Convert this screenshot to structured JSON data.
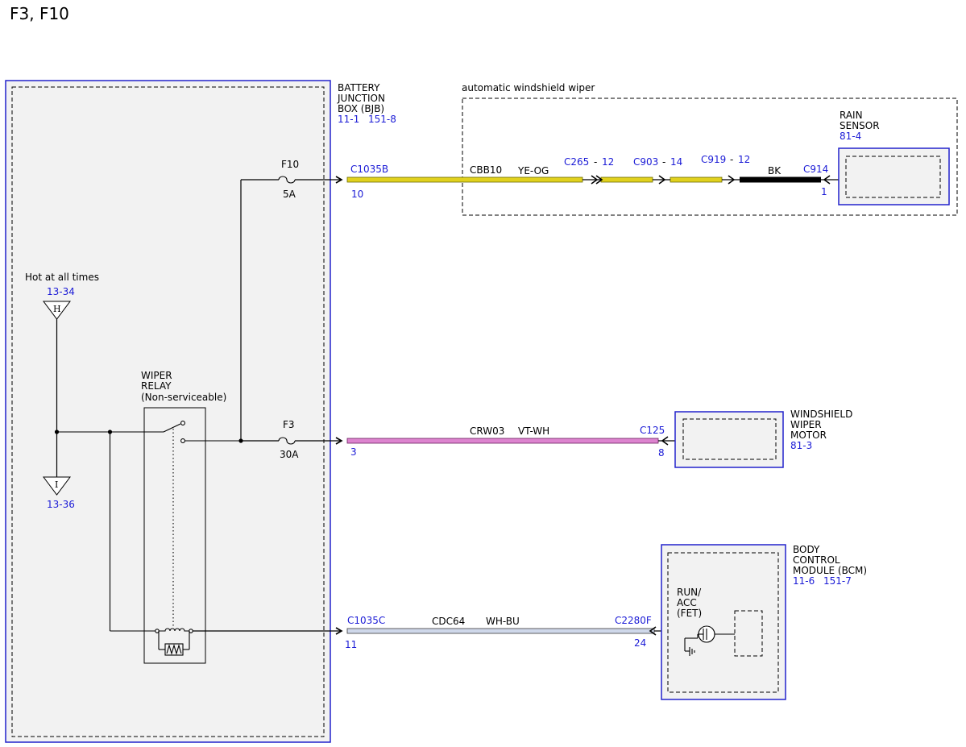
{
  "page": {
    "title": "F3, F10"
  },
  "colors": {
    "link": "#1b1bd6",
    "module_border": "#2222cc",
    "module_fill": "#f2f2f2",
    "wire_ye_og": "#e1d11e",
    "wire_vt_wh": "#dd84cf",
    "wire_wh_bu": "#cfd8ea",
    "wire_bk": "#000000"
  },
  "bjb": {
    "name_line1": "BATTERY",
    "name_line2": "JUNCTION",
    "name_line3": "BOX (BJB)",
    "ref1": "11-1",
    "ref2": "151-8"
  },
  "power": {
    "hot_label": "Hot at all times",
    "hot_ref": "13-34",
    "hot_symbol": "H",
    "i_symbol": "I",
    "i_ref": "13-36"
  },
  "relay": {
    "line1": "WIPER",
    "line2": "RELAY",
    "line3": "(Non-serviceable)"
  },
  "fuses": {
    "f10": {
      "name": "F10",
      "rating": "5A"
    },
    "f3": {
      "name": "F3",
      "rating": "30A"
    }
  },
  "auto_wiper_label": "automatic windshield wiper",
  "circuit_top": {
    "connector": "C1035B",
    "pin": "10",
    "circuit": "CBB10",
    "color": "YE-OG",
    "inline": [
      {
        "connector": "C265",
        "sep": "-",
        "pin": "12"
      },
      {
        "connector": "C903",
        "sep": "-",
        "pin": "14"
      },
      {
        "connector": "C919",
        "sep": "-",
        "pin": "12"
      }
    ],
    "bk_color": "BK",
    "end_connector": "C914",
    "end_pin": "1"
  },
  "rain_sensor": {
    "line1": "RAIN",
    "line2": "SENSOR",
    "ref": "81-4"
  },
  "circuit_mid": {
    "pin": "3",
    "circuit": "CRW03",
    "color": "VT-WH",
    "end_connector": "C125",
    "end_pin": "8"
  },
  "wiper_motor": {
    "line1": "WINDSHIELD",
    "line2": "WIPER",
    "line3": "MOTOR",
    "ref": "81-3"
  },
  "circuit_bot": {
    "connector": "C1035C",
    "pin": "11",
    "circuit": "CDC64",
    "color": "WH-BU",
    "end_connector": "C2280F",
    "end_pin": "24"
  },
  "bcm": {
    "line1": "BODY",
    "line2": "CONTROL",
    "line3": "MODULE (BCM)",
    "ref1": "11-6",
    "ref2": "151-7",
    "fet_line1": "RUN/",
    "fet_line2": "ACC",
    "fet_line3": "(FET)"
  }
}
